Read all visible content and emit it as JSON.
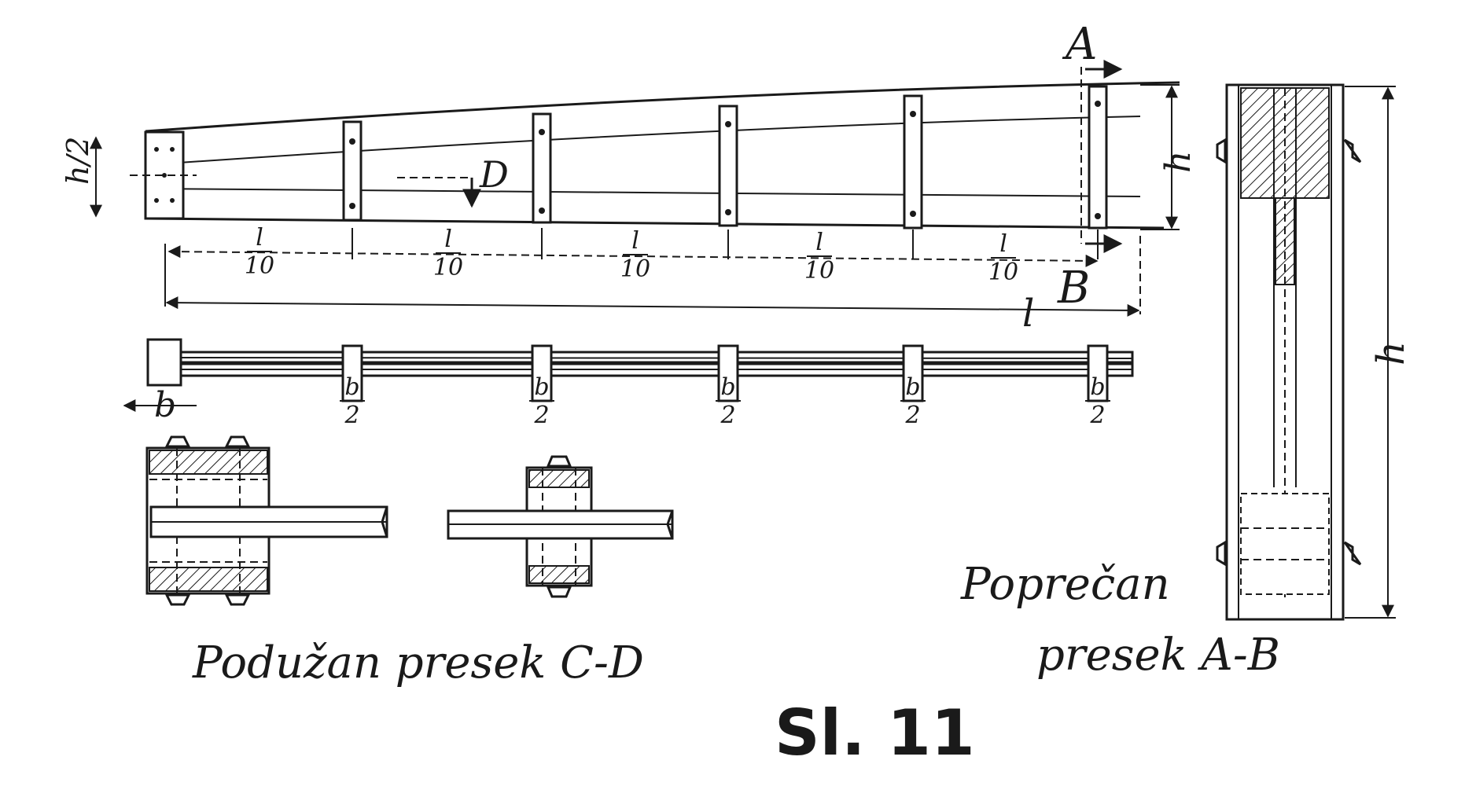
{
  "figure_number": "Sl. 11",
  "captions": {
    "longitudinal": "Podužan presek C-D",
    "cross_line1": "Poprečan",
    "cross_line2": "presek A-B"
  },
  "symbols": {
    "section_top": "A",
    "section_bottom": "B",
    "section_d": "D",
    "height": "h",
    "height_left": "h/2",
    "length": "l",
    "width": "b"
  },
  "spacing": {
    "numerator": "l",
    "denominator": "10",
    "count": 5
  },
  "half_width": {
    "numerator": "b",
    "denominator": "2",
    "count": 5
  },
  "colors": {
    "ink": "#1a1a1a",
    "paper": "#ffffff"
  }
}
